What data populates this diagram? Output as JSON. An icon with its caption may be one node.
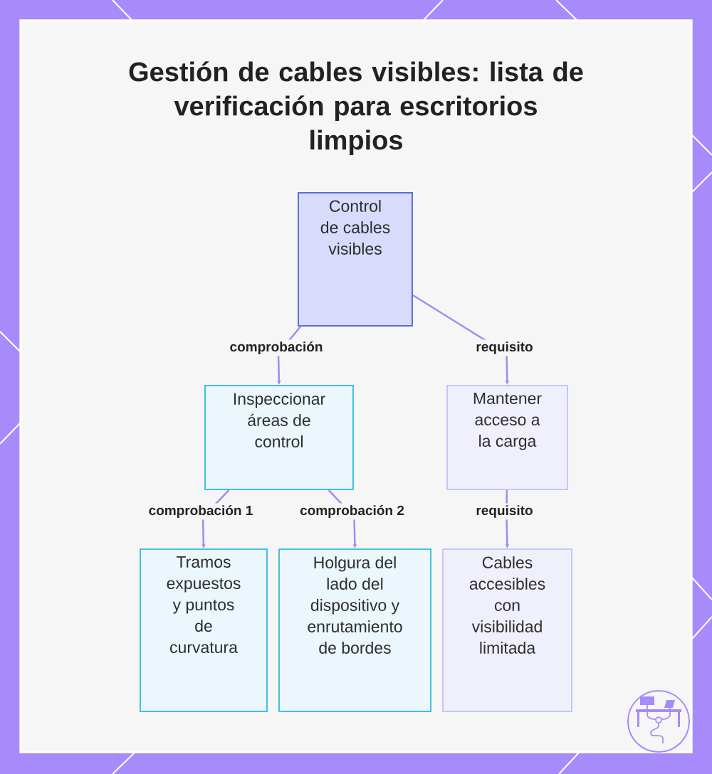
{
  "diagram": {
    "title": "Gestión de cables visibles: lista de verificación para escritorios limpios",
    "nodes": [
      {
        "text": [
          "Control de cables visibles"
        ]
      },
      {
        "text": [
          "Inspeccionar áreas de control"
        ]
      },
      {
        "text": [
          "Mantener acceso a la carga"
        ]
      },
      {
        "text": [
          "Tramos expuestos y puntos de curvatura"
        ]
      },
      {
        "text": [
          "Holgura del lado del dispositivo y enrutamiento de bordes"
        ]
      },
      {
        "text": [
          "Cables accesibles con visibilidad limitada"
        ]
      }
    ],
    "edges": [
      {
        "from": 0,
        "to": 1,
        "arrow": "to",
        "label": "comprobación"
      },
      {
        "from": 0,
        "to": 2,
        "arrow": "to",
        "label": "requisito"
      },
      {
        "from": 1,
        "to": 3,
        "arrow": "to",
        "label": "comprobación 1"
      },
      {
        "from": 1,
        "to": 4,
        "arrow": "to",
        "label": "comprobación 2"
      },
      {
        "from": 2,
        "to": 5,
        "arrow": "to",
        "label": "requisito"
      }
    ]
  }
}
